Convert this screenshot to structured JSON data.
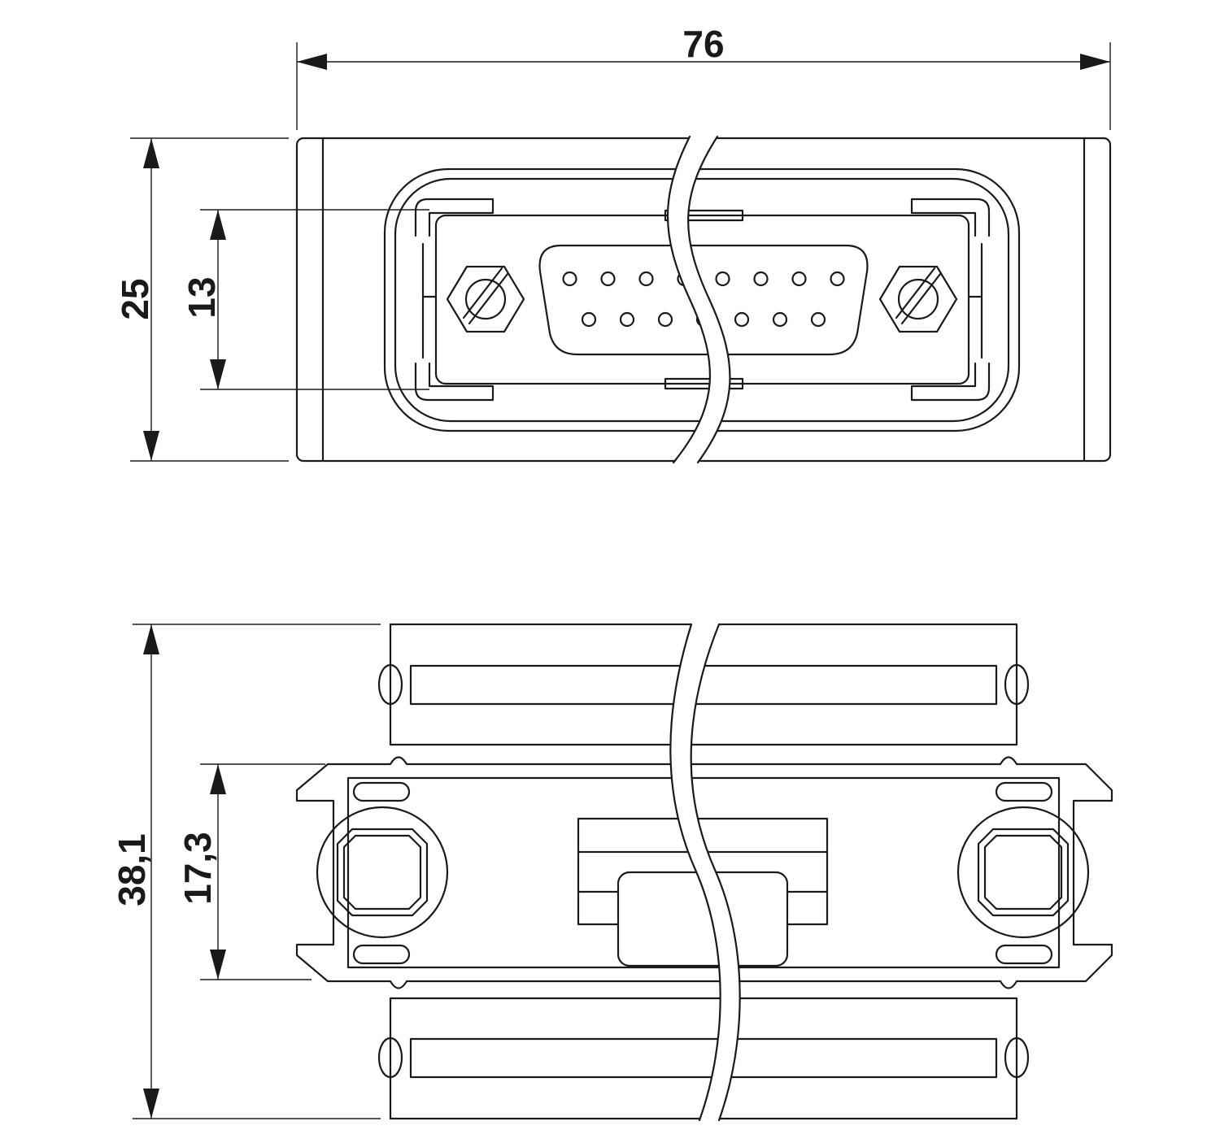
{
  "dimensions": {
    "overall_width": "76",
    "front_height": "25",
    "connector_height": "13",
    "side_height": "38,1",
    "side_inner_height": "17,3"
  },
  "views": {
    "front": {
      "connector_type": "d-sub",
      "pin_rows": [
        8,
        7
      ]
    },
    "side": {}
  }
}
